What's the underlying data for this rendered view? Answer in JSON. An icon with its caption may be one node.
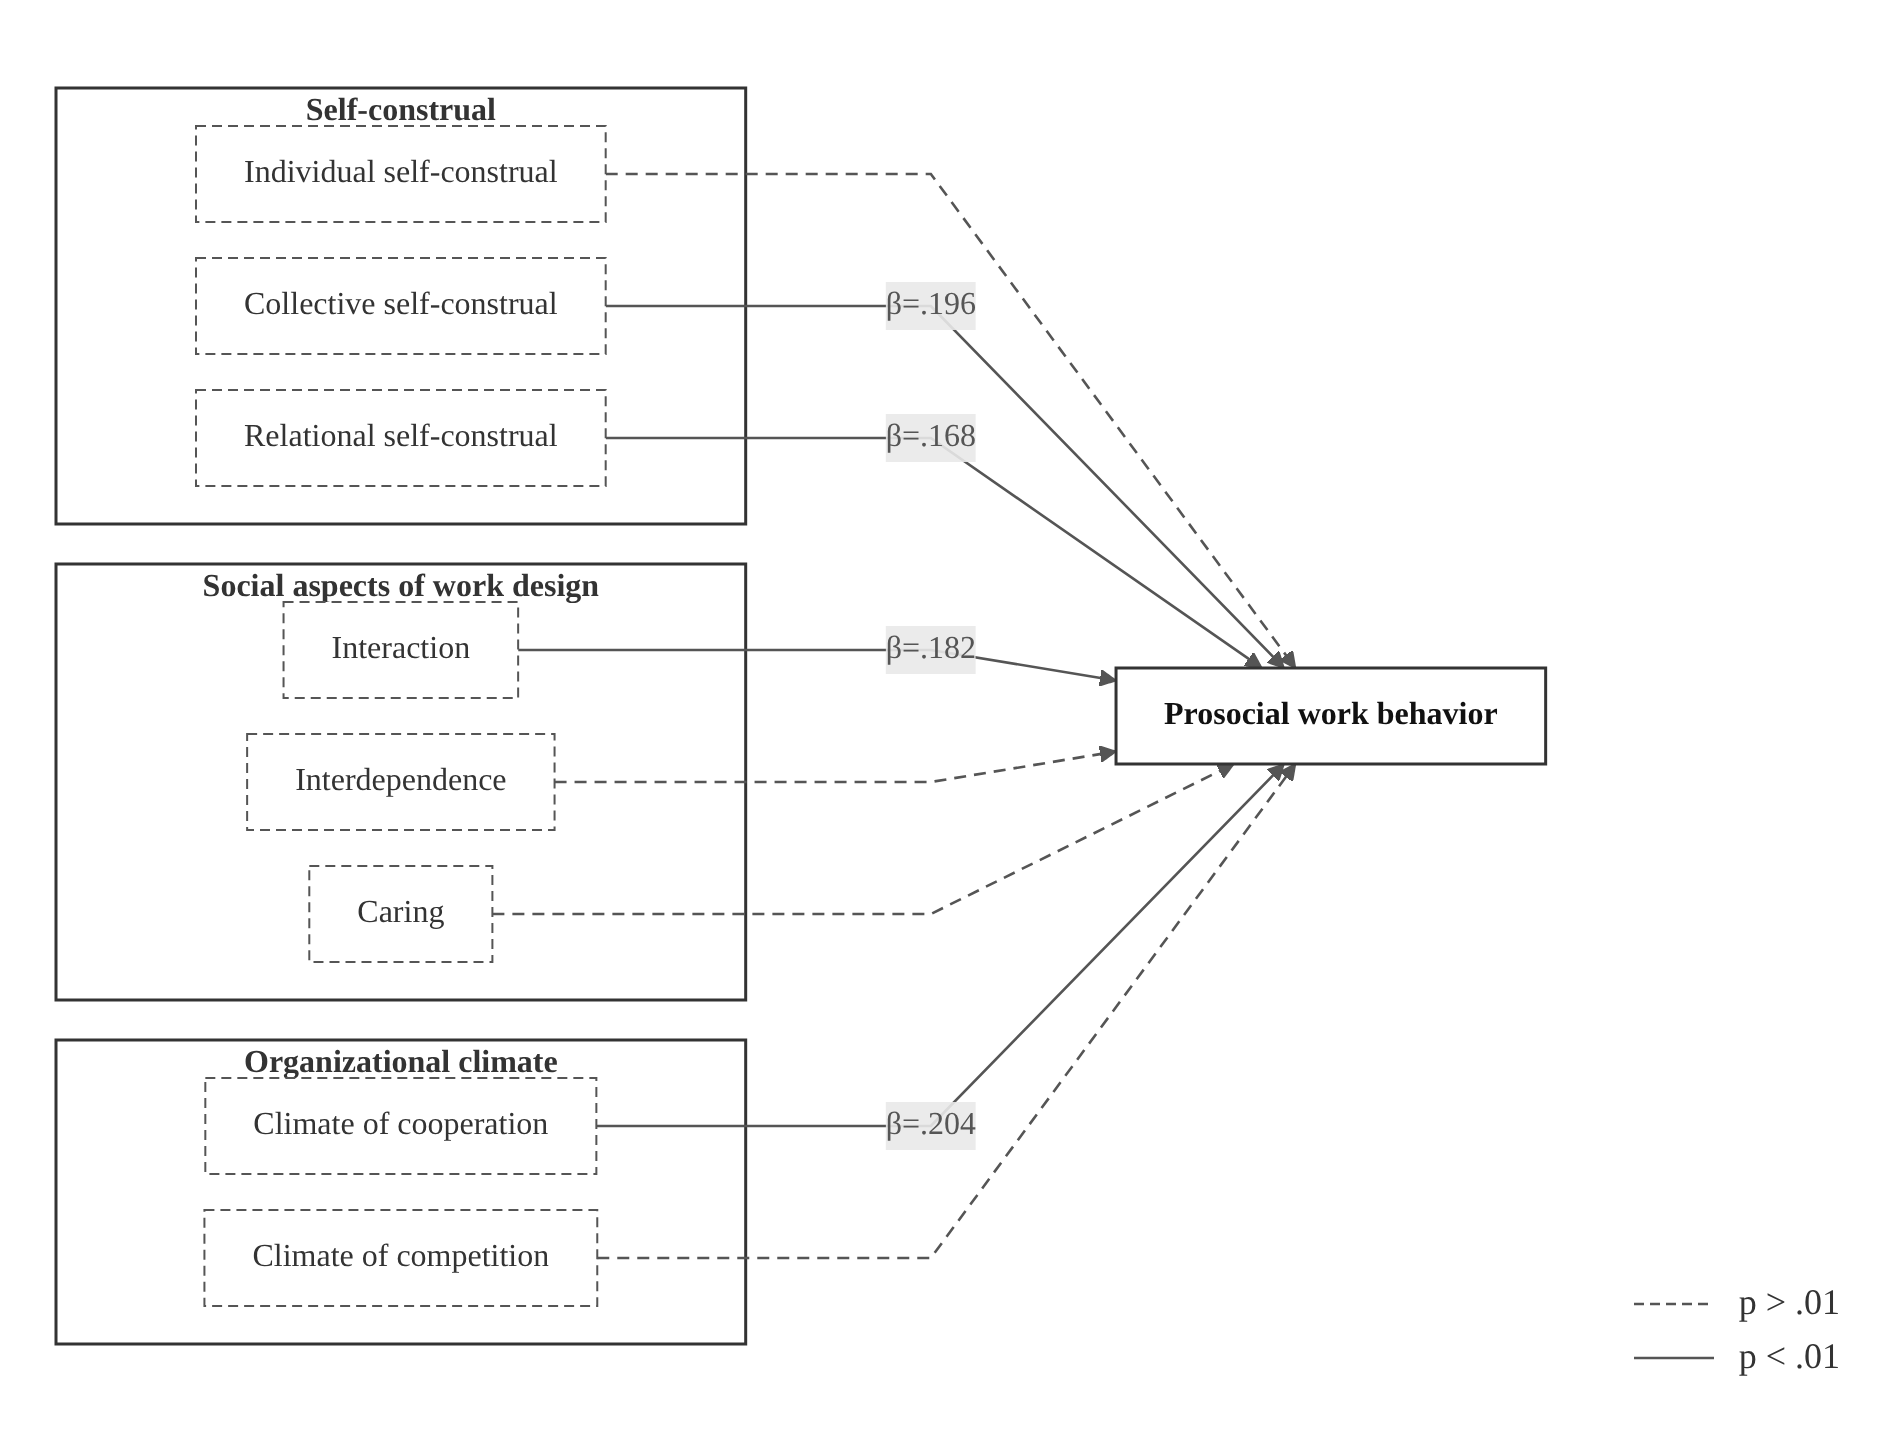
{
  "diagram": {
    "nodes": [
      {
        "text": [
          "Self-construal"
        ]
      },
      {
        "text": [
          "Individual self-construal"
        ],
        "in": 0
      },
      {
        "text": [
          "Collective self-construal"
        ],
        "in": 0
      },
      {
        "text": [
          "Relational self-construal"
        ],
        "in": 0
      },
      {
        "text": [
          "Social aspects of work design"
        ]
      },
      {
        "text": [
          "Interaction"
        ],
        "in": 4
      },
      {
        "text": [
          "Interdependence"
        ],
        "in": 4
      },
      {
        "text": [
          "Caring"
        ],
        "in": 4
      },
      {
        "text": [
          "Organizational climate"
        ]
      },
      {
        "text": [
          "Climate of cooperation"
        ],
        "in": 8
      },
      {
        "text": [
          "Climate of competition"
        ],
        "in": 8
      },
      {
        "text": [
          "Prosocial work behavior"
        ]
      }
    ],
    "edges": [
      {
        "from": 1,
        "to": 11,
        "arrow": "to",
        "style": "dashed"
      },
      {
        "from": 2,
        "to": 11,
        "arrow": "to",
        "label": "β=.196"
      },
      {
        "from": 3,
        "to": 11,
        "arrow": "to",
        "label": "β=.168"
      },
      {
        "from": 5,
        "to": 11,
        "arrow": "to",
        "label": "β=.182"
      },
      {
        "from": 6,
        "to": 11,
        "arrow": "to",
        "style": "dashed"
      },
      {
        "from": 7,
        "to": 11,
        "arrow": "to",
        "style": "dashed"
      },
      {
        "from": 9,
        "to": 11,
        "arrow": "to",
        "label": "β=.204"
      },
      {
        "from": 10,
        "to": 11,
        "arrow": "to",
        "style": "dashed"
      }
    ],
    "legend": [
      {
        "text": "p > .01"
      },
      {
        "text": "p < .01"
      }
    ]
  }
}
